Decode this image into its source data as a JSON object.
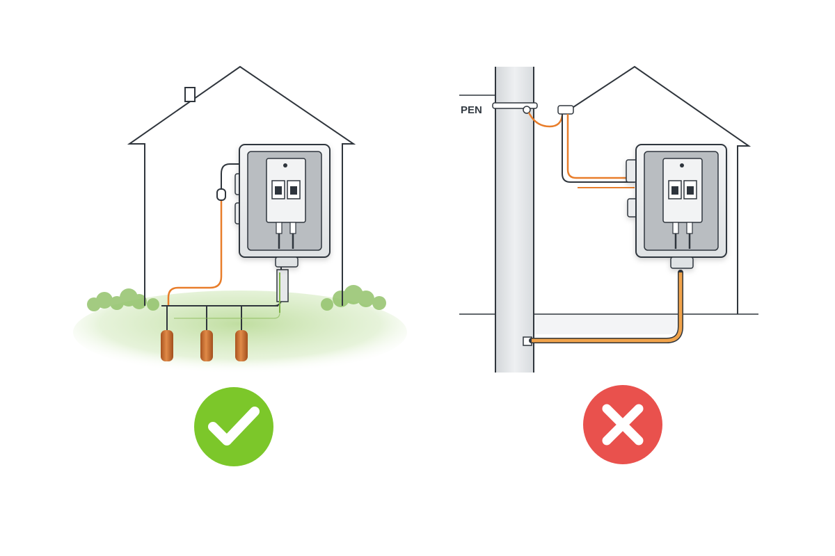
{
  "labels": {
    "pen": "PEN"
  },
  "panels": [
    {
      "verdict": "correct",
      "icon": "checkmark-icon",
      "badge_color": "#7cc72a",
      "description_visible": false
    },
    {
      "verdict": "incorrect",
      "icon": "cross-icon",
      "badge_color": "#e9514d",
      "description_visible": false
    }
  ],
  "colors": {
    "outline": "#2f353c",
    "earth_conductor": "#e87d2a",
    "grass": "#8fc06a",
    "ground_rod": "#c66a2c",
    "pole": "#e4e6e8",
    "enclosure": "#eceeef",
    "check_badge": "#7cc72a",
    "cross_badge": "#e9514d"
  }
}
